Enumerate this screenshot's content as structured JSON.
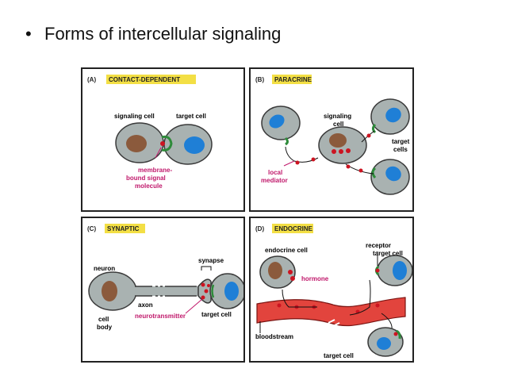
{
  "slide": {
    "bullet": "•",
    "title": "Forms of intercellular signaling"
  },
  "colors": {
    "cell_fill": "#a9b2b1",
    "cell_stroke": "#3a3a3a",
    "nucleus_brown": "#8b5a3c",
    "nucleus_blue": "#1f7fd6",
    "signal_red": "#cc1421",
    "receptor_green": "#2e8b3a",
    "blood_red": "#e2443d",
    "highlight_yellow": "#f3df45",
    "label_magenta": "#c0186b"
  },
  "panels": {
    "a": {
      "letter": "(A)",
      "tag": "CONTACT-DEPENDENT",
      "signaling_cell": "signaling cell",
      "target_cell": "target cell",
      "signal_line1": "membrane-",
      "signal_line2": "bound signal",
      "signal_line3": "molecule"
    },
    "b": {
      "letter": "(B)",
      "tag": "PARACRINE",
      "signaling_line1": "signaling",
      "signaling_line2": "cell",
      "target_line1": "target",
      "target_line2": "cells",
      "mediator_line1": "local",
      "mediator_line2": "mediator"
    },
    "c": {
      "letter": "(C)",
      "tag": "SYNAPTIC",
      "neuron": "neuron",
      "synapse": "synapse",
      "axon": "axon",
      "cell_body_line1": "cell",
      "cell_body_line2": "body",
      "neurotransmitter": "neurotransmitter",
      "target_cell": "target cell"
    },
    "d": {
      "letter": "(D)",
      "tag": "ENDOCRINE",
      "endocrine_cell": "endocrine cell",
      "receptor": "receptor",
      "target_cell_top": "target cell",
      "hormone": "hormone",
      "bloodstream": "bloodstream",
      "target_cell_bottom": "target cell"
    }
  }
}
